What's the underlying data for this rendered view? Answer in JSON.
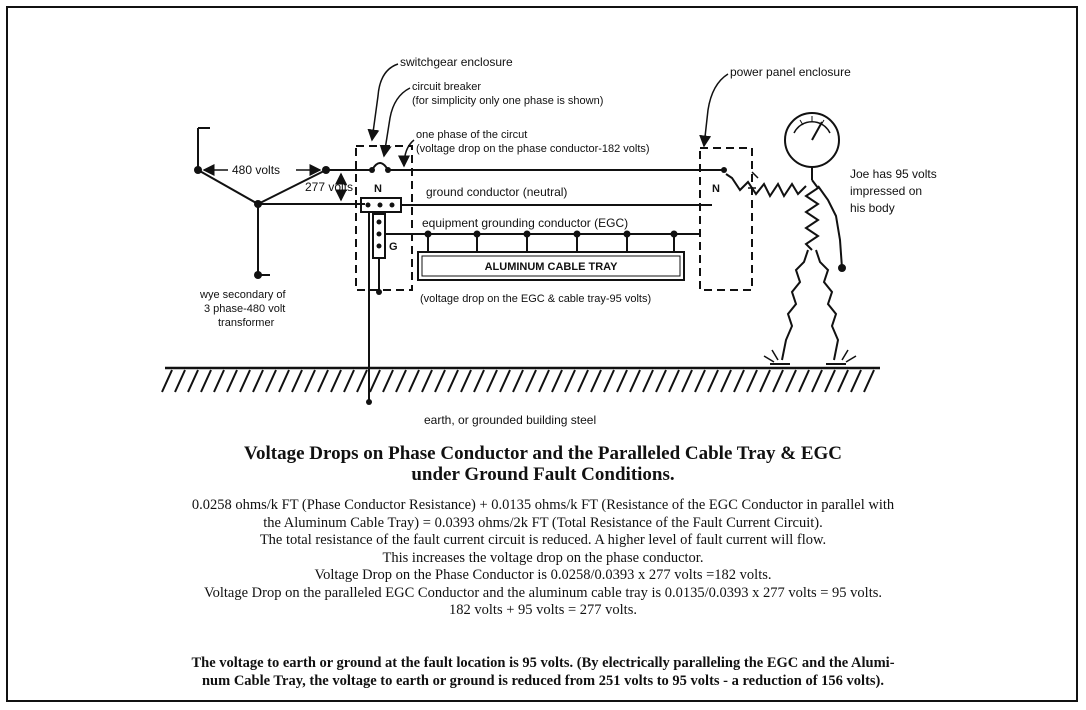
{
  "labels": {
    "switchgear": "switchgear enclosure",
    "breaker": "circuit breaker",
    "breaker_note": "(for simplicity only one phase is shown)",
    "phase_a": "one phase of the circut",
    "phase_b": "(voltage drop on the phase conductor-182 volts)",
    "power_panel": "power panel enclosure",
    "v480": "480 volts",
    "v277": "277 volts",
    "n_left": "N",
    "n_right": "N",
    "g": "G",
    "ground_cond": "ground conductor (neutral)",
    "egc": "equipment grounding conductor (EGC)",
    "tray": "ALUMINUM CABLE TRAY",
    "tray_drop": "(voltage drop on the EGC & cable tray-95 volts)",
    "wye_1": "wye secondary of",
    "wye_2": "3 phase-480 volt",
    "wye_3": "transformer",
    "joe_1": "Joe has 95 volts",
    "joe_2": "impressed on",
    "joe_3": "his body",
    "earth": "earth, or grounded building steel"
  },
  "title": {
    "line1": "Voltage Drops on Phase Conductor and the Paralleled Cable Tray & EGC",
    "line2": "under Ground Fault Conditions."
  },
  "body": {
    "l1": "0.0258 ohms/k FT (Phase Conductor Resistance) + 0.0135 ohms/k FT (Resistance of the EGC Conductor in parallel with",
    "l2": "the Aluminum Cable Tray) = 0.0393 ohms/2k FT (Total Resistance of the Fault Current Circuit).",
    "l3": "The total resistance of the fault current circuit is reduced. A higher level of fault current will flow.",
    "l4": "This increases the voltage drop on the phase conductor.",
    "l5": "Voltage Drop on the Phase Conductor is 0.0258/0.0393 x 277 volts =182 volts.",
    "l6": "Voltage Drop on the paralleled EGC Conductor and the aluminum cable tray is 0.0135/0.0393 x 277 volts = 95 volts.",
    "l7": "182 volts + 95 volts = 277 volts."
  },
  "conclusion": {
    "l1": "The voltage to earth or ground at the fault location is 95 volts. (By electrically paralleling the EGC and the Alumi-",
    "l2": "num Cable Tray, the voltage to earth or ground is reduced from 251 volts to 95 volts - a reduction of 156 volts)."
  }
}
